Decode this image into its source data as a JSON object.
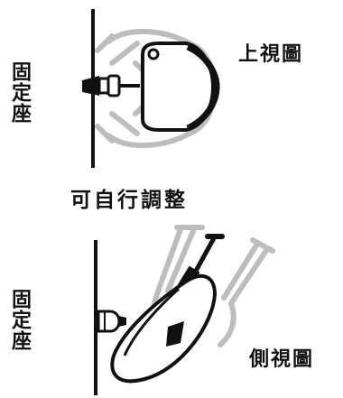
{
  "labels": {
    "fixed_mount_top": "固定座",
    "top_view": "上視圖",
    "adjustable": "可自行調整",
    "fixed_mount_bottom": "固定座",
    "side_view": "側視圖"
  },
  "colors": {
    "ink": "#111111",
    "ghost": "#bdbdbd",
    "background": "#ffffff"
  }
}
